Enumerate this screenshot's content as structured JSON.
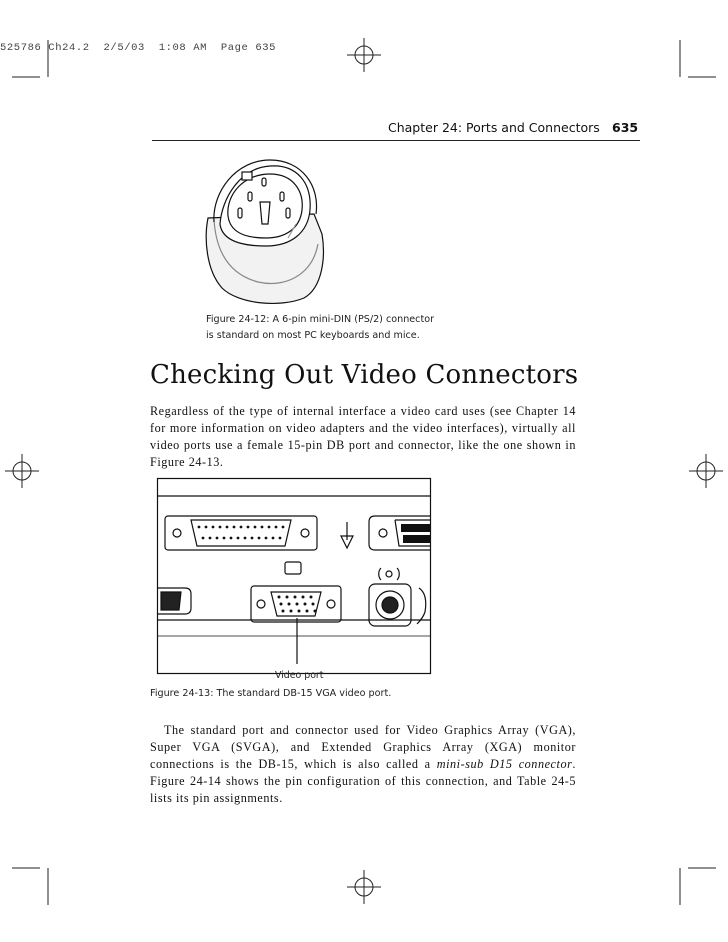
{
  "slug_line": "525786 Ch24.2  2/5/03  1:08 AM  Page 635",
  "running_head": {
    "chapter_title": "Chapter 24: Ports and Connectors",
    "page_number": "635"
  },
  "figure_24_12": {
    "caption_line1": "Figure 24-12: A 6-pin mini-DIN (PS/2) connector",
    "caption_line2": "is standard on most PC keyboards and mice."
  },
  "section": {
    "title": "Checking Out Video Connectors",
    "paragraph1": "Regardless of the type of internal interface a video card uses (see Chapter 14 for more information on video adapters and the video interfaces), virtually all video ports use a female 15-pin DB port and connector, like the one shown in Figure 24-13."
  },
  "figure_24_13": {
    "callout_label": "Video port",
    "caption": "Figure 24-13: The standard DB-15 VGA video port."
  },
  "paragraph2": {
    "before_emphasis": "The standard port and connector used for Video Graphics Array (VGA), Super VGA (SVGA), and Extended Graphics Array (XGA) monitor connections is the DB-15, which is also called a ",
    "emphasis": "mini-sub D15 connector",
    "after_emphasis": ". Figure 24-14 shows the pin configuration of this connection, and Table 24-5 lists its pin assignments."
  }
}
